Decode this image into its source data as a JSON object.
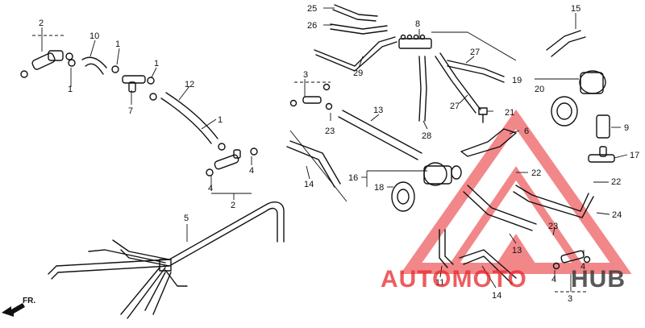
{
  "diagram": {
    "callouts": [
      {
        "label": "25"
      },
      {
        "label": "26"
      },
      {
        "label": "8"
      },
      {
        "label": "15"
      },
      {
        "label": "2"
      },
      {
        "label": "10"
      },
      {
        "label": "1"
      },
      {
        "label": "1"
      },
      {
        "label": "1"
      },
      {
        "label": "7"
      },
      {
        "label": "12"
      },
      {
        "label": "1"
      },
      {
        "label": "29"
      },
      {
        "label": "27"
      },
      {
        "label": "19"
      },
      {
        "label": "20"
      },
      {
        "label": "3"
      },
      {
        "label": "21"
      },
      {
        "label": "13"
      },
      {
        "label": "9"
      },
      {
        "label": "27"
      },
      {
        "label": "23"
      },
      {
        "label": "28"
      },
      {
        "label": "6"
      },
      {
        "label": "4"
      },
      {
        "label": "4"
      },
      {
        "label": "2"
      },
      {
        "label": "14"
      },
      {
        "label": "16"
      },
      {
        "label": "18"
      },
      {
        "label": "22"
      },
      {
        "label": "17"
      },
      {
        "label": "22"
      },
      {
        "label": "5"
      },
      {
        "label": "24"
      },
      {
        "label": "23"
      },
      {
        "label": "13"
      },
      {
        "label": "11"
      },
      {
        "label": "14"
      },
      {
        "label": "4"
      },
      {
        "label": "4"
      },
      {
        "label": "3"
      }
    ],
    "direction": {
      "label": "FR."
    }
  },
  "watermark": {
    "text_red": "AUTOMOTO",
    "text_dark": "HUB",
    "color_red": "#e8262b",
    "color_dark": "#3c3c3c"
  }
}
